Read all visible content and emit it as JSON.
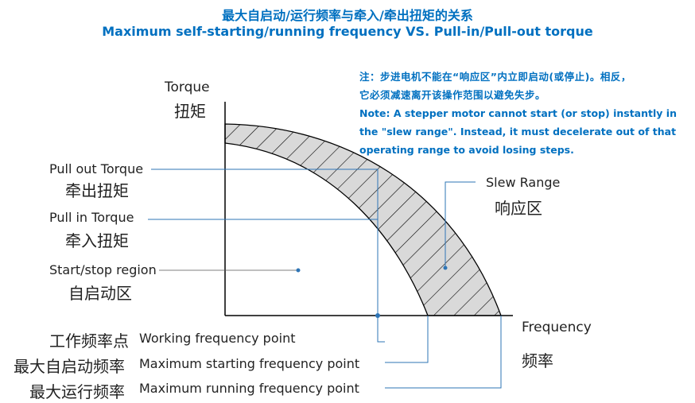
{
  "title_cn": "最大自启动/运行频率与牵入/牵出扭矩的关系",
  "title_en": "Maximum self-starting/running frequency VS. Pull-in/Pull-out torque",
  "note": {
    "cn_line1": "注：步进电机不能在“响应区”内立即启动(或停止)。相反，",
    "cn_line2": "它必须减速离开该操作范围以避免失步。",
    "en_line1": "Note: A stepper motor cannot start (or stop) instantly in",
    "en_line2": "the \"slew range\". Instead, it must decelerate out of that",
    "en_line3": "operating range to avoid losing steps."
  },
  "axis": {
    "y_label_en": "Torque",
    "y_label_cn": "扭矩",
    "x_label_en": "Frequency",
    "x_label_cn": "频率"
  },
  "labels": {
    "pull_out_en": "Pull out Torque",
    "pull_out_cn": "牵出扭矩",
    "pull_in_en": "Pull in Torque",
    "pull_in_cn": "牵入扭矩",
    "start_stop_en": "Start/stop region",
    "start_stop_cn": "自启动区",
    "slew_en": "Slew Range",
    "slew_cn": "响应区",
    "working_cn": "工作频率点",
    "working_en": "Working frequency point",
    "max_start_cn": "最大自启动频率",
    "max_start_en": "Maximum starting frequency point",
    "max_run_cn": "最大运行频率",
    "max_run_en": "Maximum running frequency point"
  },
  "colors": {
    "accent_blue": "#0070c0",
    "band_fill": "#d9d9d9",
    "axis": "#000000",
    "leader": "#2e75b6"
  }
}
